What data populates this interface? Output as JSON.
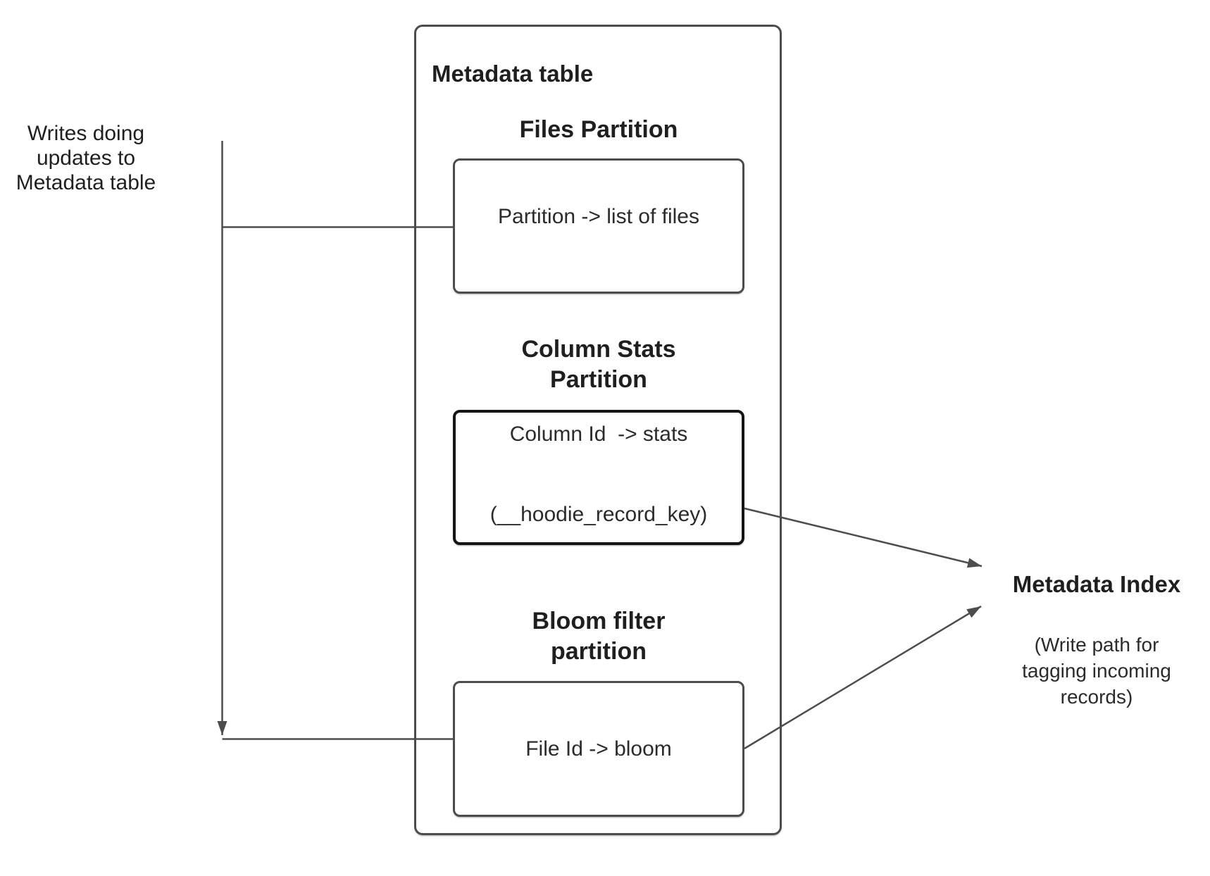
{
  "writes_note": {
    "line1": "Writes doing",
    "line2": "updates to",
    "line3": "Metadata table"
  },
  "metadata_table": {
    "title": "Metadata table",
    "files_partition": {
      "heading": "Files Partition",
      "mapping": "Partition -> list of files"
    },
    "column_stats_partition": {
      "heading_line1": "Column Stats",
      "heading_line2": "Partition",
      "mapping_line1": "Column Id  -> stats",
      "mapping_line2": "(__hoodie_record_key)"
    },
    "bloom_filter_partition": {
      "heading_line1": "Bloom filter",
      "heading_line2": "partition",
      "mapping": "File Id -> bloom"
    }
  },
  "metadata_index": {
    "title": "Metadata Index",
    "note_line1": "(Write path for",
    "note_line2": "tagging incoming",
    "note_line3": "records)"
  },
  "colors": {
    "connector": "#4d4d4d",
    "box_border": "#4c4c4c",
    "emphasis_border": "#141414",
    "heading_text": "#1f1f1f",
    "body_text": "#2b2b2b",
    "background": "#ffffff"
  }
}
